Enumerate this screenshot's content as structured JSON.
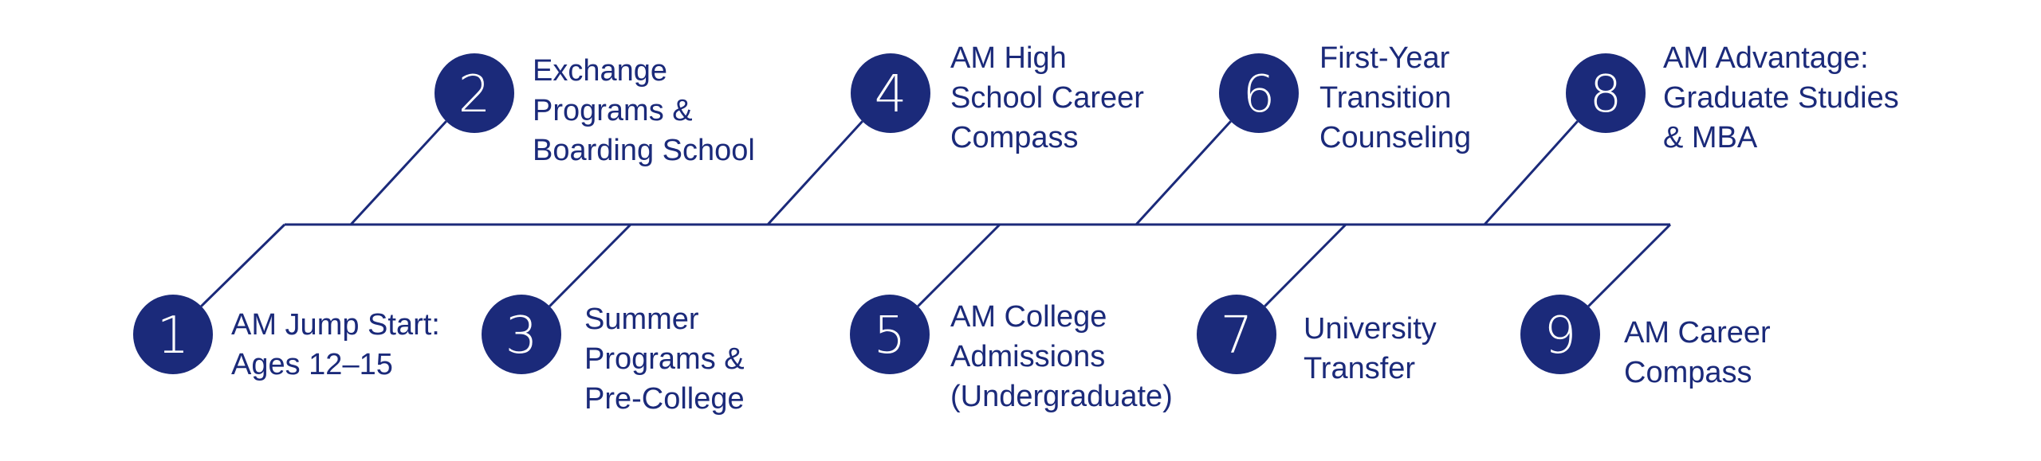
{
  "colors": {
    "primary": "#1b2a7a",
    "background": "#ffffff",
    "number_text": "#ffffff"
  },
  "steps": [
    {
      "number": "1",
      "lines": [
        "AM Jump Start:",
        "Ages 12–15"
      ]
    },
    {
      "number": "2",
      "lines": [
        "Exchange",
        "Programs &",
        "Boarding School"
      ]
    },
    {
      "number": "3",
      "lines": [
        "Summer",
        "Programs &",
        "Pre-College"
      ]
    },
    {
      "number": "4",
      "lines": [
        "AM High",
        "School Career",
        "Compass"
      ]
    },
    {
      "number": "5",
      "lines": [
        "AM College",
        "Admissions",
        "(Undergraduate)"
      ]
    },
    {
      "number": "6",
      "lines": [
        "First-Year",
        "Transition",
        "Counseling"
      ]
    },
    {
      "number": "7",
      "lines": [
        "University",
        "Transfer"
      ]
    },
    {
      "number": "8",
      "lines": [
        "AM Advantage:",
        "Graduate Studies",
        "& MBA"
      ]
    },
    {
      "number": "9",
      "lines": [
        "AM Career",
        "Compass"
      ]
    }
  ]
}
